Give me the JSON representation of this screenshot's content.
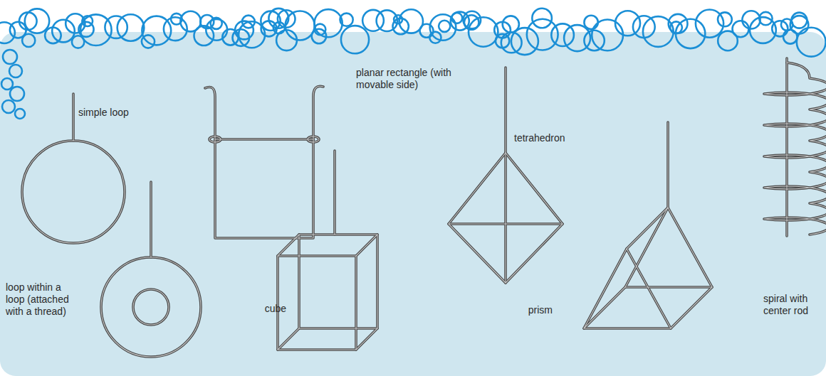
{
  "diagram": {
    "labels": [
      "simple loop",
      "planar rectangle (with movable side)",
      "tetrahedron",
      "loop within a loop (attached with a thread)",
      "cube",
      "prism",
      "spiral with center rod"
    ]
  }
}
